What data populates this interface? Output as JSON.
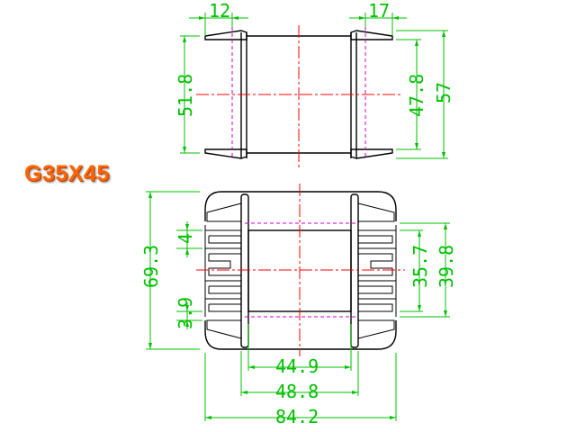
{
  "title": "G35X45",
  "colors": {
    "outline": "#000000",
    "dimension": "#00c000",
    "centerline": "#ff0000",
    "hidden": "#cc00cc",
    "label": "#ff6600"
  },
  "top_view": {
    "dims": {
      "top_left": "12",
      "top_right": "17",
      "left_height": "51.8",
      "inner_height": "47.8",
      "overall_height": "57"
    }
  },
  "front_view": {
    "dims": {
      "overall_height": "69.3",
      "slot": "4",
      "slot_bottom": "3.9",
      "window_height": "35.7",
      "window_outer": "39.8",
      "inner_width": "44.9",
      "middle_width": "48.8",
      "overall_width": "84.2"
    }
  }
}
